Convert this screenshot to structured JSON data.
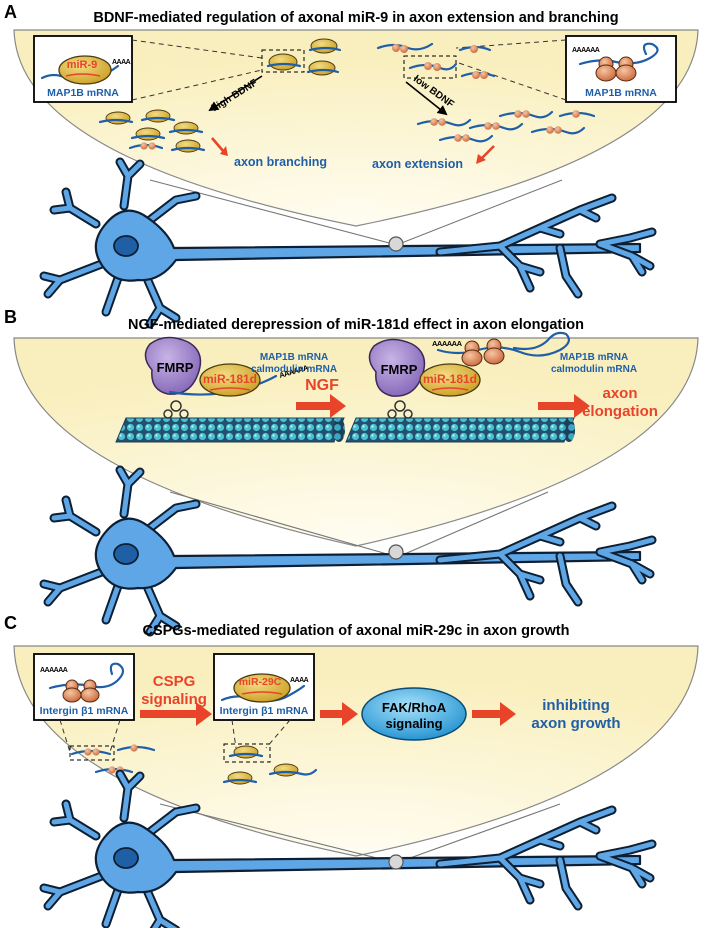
{
  "panels": [
    {
      "letter": "A",
      "title": "BDNF-mediated regulation of axonal miR-9 in axon extension and branching",
      "inset_left": {
        "mirna": "miR-9",
        "mrna": "MAP1B mRNA",
        "polya": "AAAA"
      },
      "inset_right": {
        "mrna": "MAP1B mRNA",
        "polya": "AAAAAA"
      },
      "high_label": "high BDNF",
      "low_label": "low BDNF",
      "outcome_left": "axon branching",
      "outcome_right": "axon extension"
    },
    {
      "letter": "B",
      "title": "NGF-mediated derepression of miR-181d effect in axon elongation",
      "protein": "FMRP",
      "mirna": "miR-181d",
      "polya_left": "AAAAAA",
      "polya_right": "AAAAAA",
      "mrna_line1": "MAP1B mRNA",
      "mrna_line2": "calmodulin mRNA",
      "stimulus": "NGF",
      "outcome_line1": "axon",
      "outcome_line2": "elongation"
    },
    {
      "letter": "C",
      "title": "CSPGs-mediated regulation of axonal miR-29c in axon growth",
      "inset_left": {
        "mrna": "Intergin β1 mRNA",
        "polya": "AAAAAA"
      },
      "inset_mid": {
        "mirna": "miR-29C",
        "mrna": "Intergin β1 mRNA",
        "polya": "AAAA"
      },
      "signal_line1": "CSPG",
      "signal_line2": "signaling",
      "pathway_line1": "FAK/RhoA",
      "pathway_line2": "signaling",
      "outcome_line1": "inhibiting",
      "outcome_line2": "axon growth"
    }
  ],
  "colors": {
    "title_text": "#000000",
    "blue_text": "#1f5fa8",
    "red_text": "#e8442a",
    "bowl_fill": "#fbf2c4",
    "neuron_fill": "#5ea6e6",
    "nucleus_fill": "#1e5fa6",
    "mirna_complex": "#d9b23a",
    "ribosome": "#e08a55",
    "fmrp": "#9a7cc6",
    "pathway_oval": "#36a6df"
  }
}
